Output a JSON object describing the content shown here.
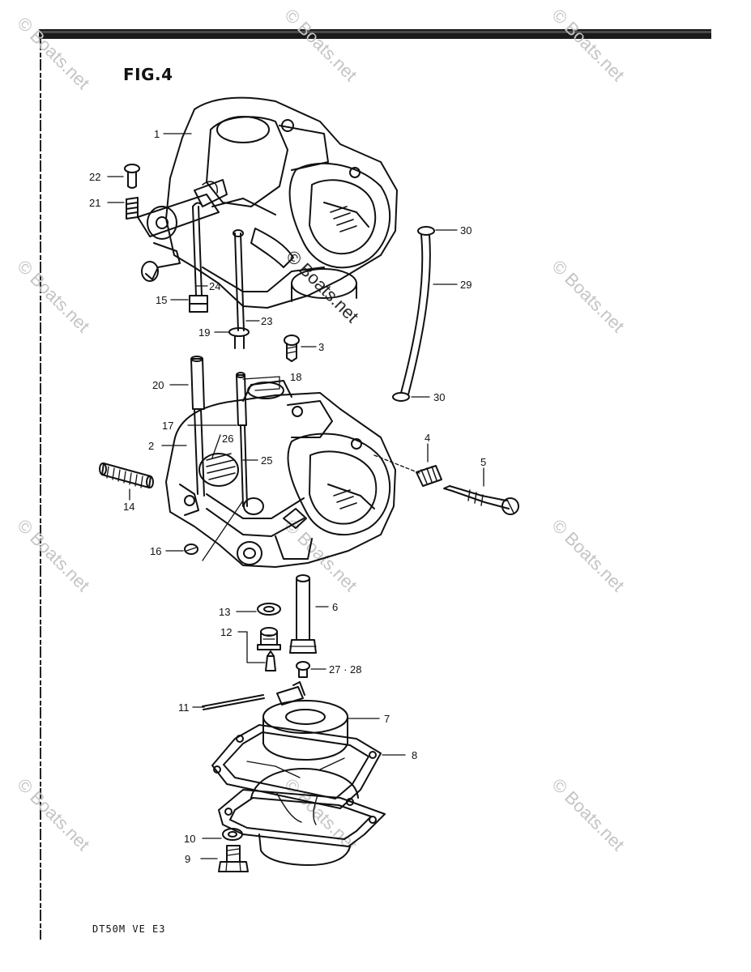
{
  "figure": {
    "title": "FIG.4",
    "footer_code": "DT50M VE E3"
  },
  "watermark": {
    "text": "© Boats.net"
  },
  "callouts": [
    {
      "num": "1",
      "name": "callout-1"
    },
    {
      "num": "22",
      "name": "callout-22"
    },
    {
      "num": "21",
      "name": "callout-21"
    },
    {
      "num": "30",
      "name": "callout-30-top"
    },
    {
      "num": "29",
      "name": "callout-29"
    },
    {
      "num": "24",
      "name": "callout-24"
    },
    {
      "num": "15",
      "name": "callout-15"
    },
    {
      "num": "23",
      "name": "callout-23"
    },
    {
      "num": "19",
      "name": "callout-19"
    },
    {
      "num": "3",
      "name": "callout-3"
    },
    {
      "num": "18",
      "name": "callout-18"
    },
    {
      "num": "20",
      "name": "callout-20"
    },
    {
      "num": "30",
      "name": "callout-30-bottom"
    },
    {
      "num": "17",
      "name": "callout-17"
    },
    {
      "num": "2",
      "name": "callout-2"
    },
    {
      "num": "26",
      "name": "callout-26"
    },
    {
      "num": "25",
      "name": "callout-25"
    },
    {
      "num": "4",
      "name": "callout-4"
    },
    {
      "num": "5",
      "name": "callout-5"
    },
    {
      "num": "14",
      "name": "callout-14"
    },
    {
      "num": "16",
      "name": "callout-16"
    },
    {
      "num": "13",
      "name": "callout-13"
    },
    {
      "num": "6",
      "name": "callout-6"
    },
    {
      "num": "12",
      "name": "callout-12"
    },
    {
      "num": "27 · 28",
      "name": "callout-27-28"
    },
    {
      "num": "11",
      "name": "callout-11"
    },
    {
      "num": "7",
      "name": "callout-7"
    },
    {
      "num": "8",
      "name": "callout-8"
    },
    {
      "num": "10",
      "name": "callout-10"
    },
    {
      "num": "9",
      "name": "callout-9"
    }
  ]
}
